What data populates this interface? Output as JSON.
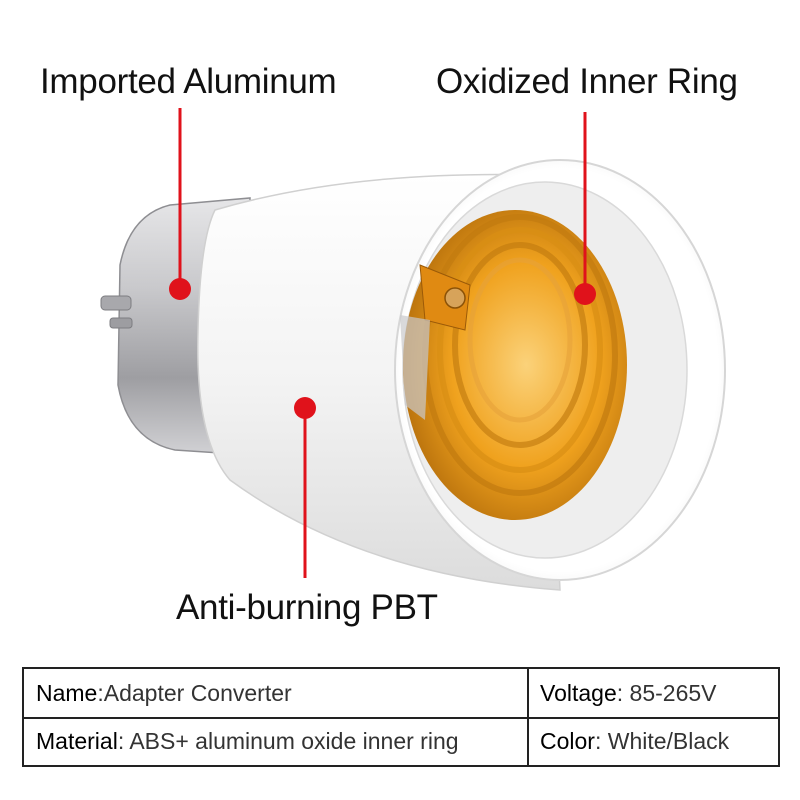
{
  "callouts": {
    "aluminum": "Imported Aluminum",
    "inner_ring": "Oxidized Inner Ring",
    "pbt": "Anti-burning PBT"
  },
  "specs": {
    "name_label": "Name",
    "name_value": ":Adapter Converter",
    "material_label": "Material",
    "material_value": ": ABS+ aluminum oxide inner ring",
    "voltage_label": "Voltage",
    "voltage_value": ": 85-265V",
    "color_label": "Color",
    "color_value": ": White/Black"
  },
  "colors": {
    "callout_red": "#e0121b",
    "body_white": "#f4f4f4",
    "inner_gold": "#f0a21e",
    "base_silver": "#b9b9bc"
  }
}
